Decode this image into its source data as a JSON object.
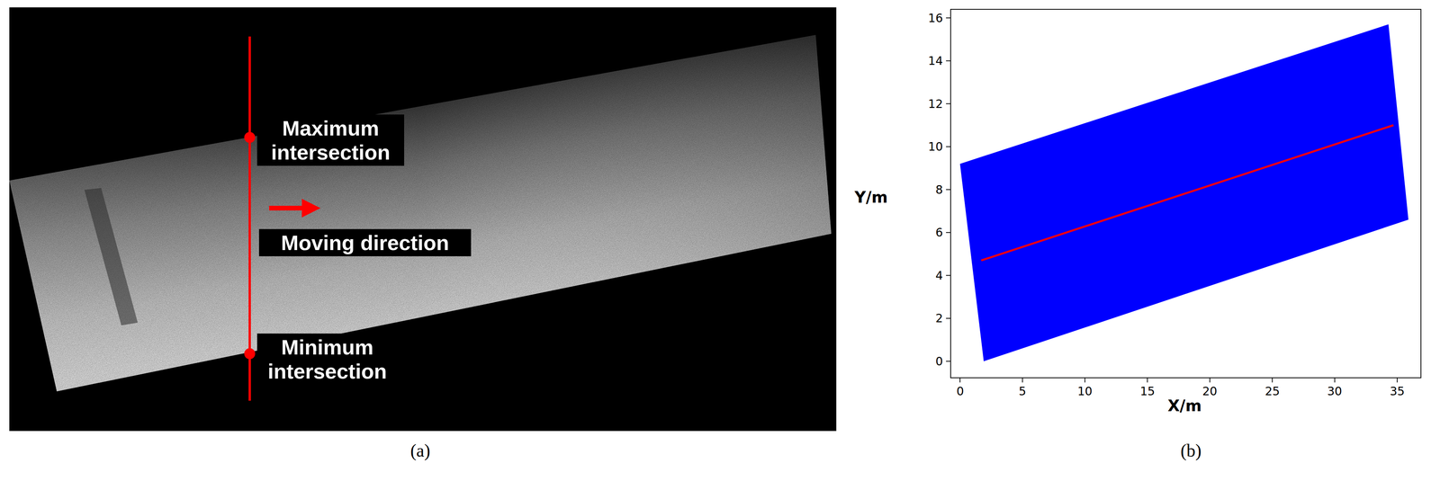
{
  "diagram": {
    "nodes": [
      {
        "text": [
          "Maximum intersection"
        ]
      },
      {
        "text": [
          "Moving direction"
        ]
      },
      {
        "text": [
          "Minimum intersection"
        ]
      }
    ],
    "labels": [
      "(a)",
      "Y/m",
      "16",
      "14",
      "12",
      "10",
      "8",
      "6",
      "4",
      "2",
      "0",
      "0",
      "5",
      "10",
      "15",
      "20",
      "25",
      "30",
      "35",
      "X/m",
      "(b)"
    ]
  }
}
